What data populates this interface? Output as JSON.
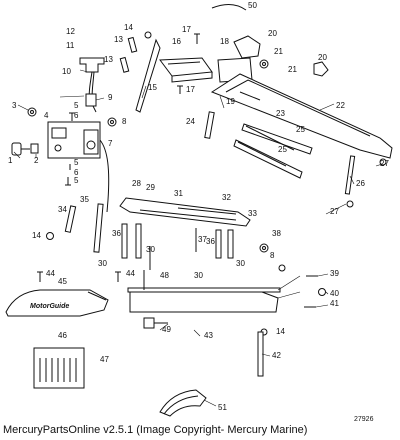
{
  "footer": {
    "text": "MercuryPartsOnline v2.5.1 (Image Copyright- Mercury Marine)"
  },
  "diagram_id": "27926",
  "logo_text": "MotorGuide",
  "callouts": [
    "1",
    "2",
    "3",
    "4",
    "5",
    "5",
    "5",
    "6",
    "6",
    "7",
    "8",
    "8",
    "9",
    "10",
    "11",
    "12",
    "13",
    "13",
    "14",
    "14",
    "14",
    "15",
    "16",
    "17",
    "17",
    "18",
    "19",
    "20",
    "20",
    "21",
    "21",
    "22",
    "23",
    "24",
    "25",
    "25",
    "26",
    "27",
    "27",
    "28",
    "29",
    "30",
    "30",
    "30",
    "30",
    "31",
    "32",
    "33",
    "34",
    "35",
    "36",
    "36",
    "37",
    "38",
    "39",
    "40",
    "41",
    "42",
    "43",
    "44",
    "44",
    "45",
    "46",
    "47",
    "48",
    "49",
    "50",
    "51"
  ]
}
